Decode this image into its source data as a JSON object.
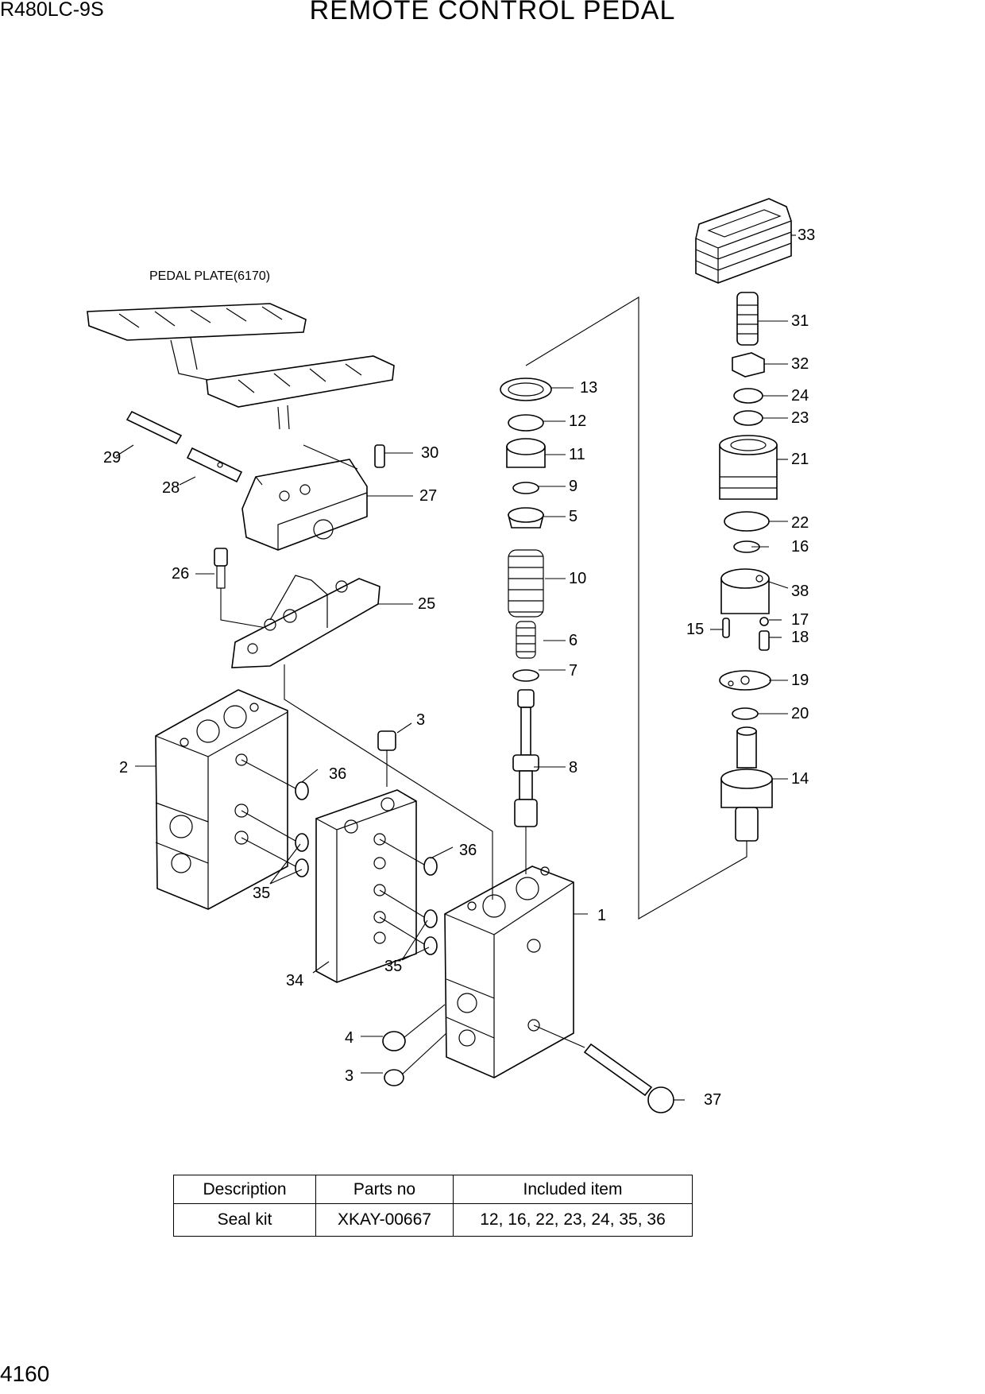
{
  "header": {
    "model": "R480LC-9S",
    "title": "REMOTE CONTROL PEDAL"
  },
  "footer": {
    "page_number": "4160"
  },
  "diagram": {
    "note": "PEDAL PLATE(6170)",
    "callouts": [
      "1",
      "2",
      "3",
      "3",
      "4",
      "5",
      "6",
      "7",
      "8",
      "9",
      "10",
      "11",
      "12",
      "13",
      "14",
      "15",
      "16",
      "17",
      "18",
      "19",
      "20",
      "21",
      "22",
      "23",
      "24",
      "25",
      "26",
      "27",
      "28",
      "29",
      "30",
      "31",
      "32",
      "33",
      "34",
      "35",
      "35",
      "36",
      "36",
      "37",
      "38"
    ]
  },
  "table": {
    "headers": [
      "Description",
      "Parts no",
      "Included item"
    ],
    "rows": [
      [
        "Seal kit",
        "XKAY-00667",
        "12, 16, 22, 23, 24, 35, 36"
      ]
    ]
  }
}
